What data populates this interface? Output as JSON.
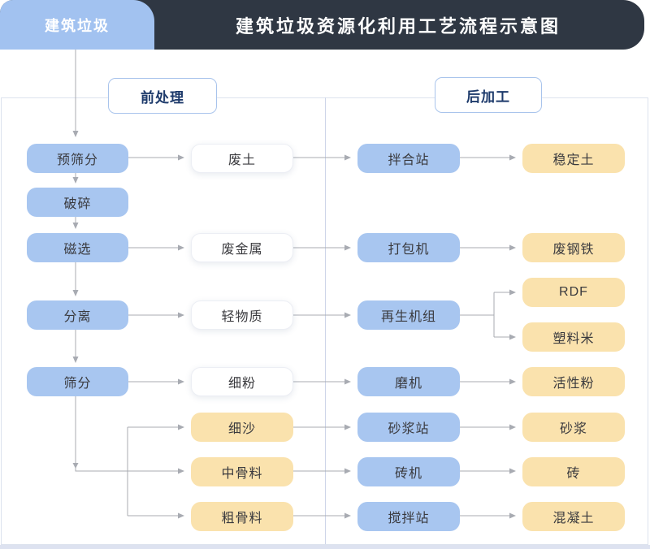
{
  "header": {
    "tab": "建筑垃圾",
    "title": "建筑垃圾资源化利用工艺流程示意图"
  },
  "sections": {
    "pre": "前处理",
    "post": "后加工"
  },
  "flow": {
    "pre_steps": [
      "预筛分",
      "破碎",
      "磁选",
      "分离",
      "筛分"
    ],
    "intermediates": [
      "废土",
      "废金属",
      "轻物质",
      "细粉",
      "细沙",
      "中骨料",
      "粗骨料"
    ],
    "machines": [
      "拌合站",
      "打包机",
      "再生机组",
      "磨机",
      "砂浆站",
      "砖机",
      "搅拌站"
    ],
    "products": [
      "稳定土",
      "废钢铁",
      "RDF",
      "塑料米",
      "活性粉",
      "砂浆",
      "砖",
      "混凝土"
    ],
    "edges": [
      {
        "from": "建筑垃圾",
        "to": "预筛分"
      },
      {
        "from": "预筛分",
        "to": "破碎"
      },
      {
        "from": "破碎",
        "to": "磁选"
      },
      {
        "from": "磁选",
        "to": "分离"
      },
      {
        "from": "分离",
        "to": "筛分"
      },
      {
        "from": "预筛分",
        "to": "废土"
      },
      {
        "from": "磁选",
        "to": "废金属"
      },
      {
        "from": "分离",
        "to": "轻物质"
      },
      {
        "from": "筛分",
        "to": "细粉"
      },
      {
        "from": "筛分",
        "to": "细沙"
      },
      {
        "from": "筛分",
        "to": "中骨料"
      },
      {
        "from": "筛分",
        "to": "粗骨料"
      },
      {
        "from": "废土",
        "to": "拌合站"
      },
      {
        "from": "废金属",
        "to": "打包机"
      },
      {
        "from": "轻物质",
        "to": "再生机组"
      },
      {
        "from": "细粉",
        "to": "磨机"
      },
      {
        "from": "细沙",
        "to": "砂浆站"
      },
      {
        "from": "中骨料",
        "to": "砖机"
      },
      {
        "from": "粗骨料",
        "to": "搅拌站"
      },
      {
        "from": "拌合站",
        "to": "稳定土"
      },
      {
        "from": "打包机",
        "to": "废钢铁"
      },
      {
        "from": "再生机组",
        "to": "RDF"
      },
      {
        "from": "再生机组",
        "to": "塑料米"
      },
      {
        "from": "磨机",
        "to": "活性粉"
      },
      {
        "from": "砂浆站",
        "to": "砂浆"
      },
      {
        "from": "砖机",
        "to": "砖"
      },
      {
        "from": "搅拌站",
        "to": "混凝土"
      }
    ]
  },
  "colors": {
    "header_bg": "#2f3743",
    "tab_blue": "#a2c2f0",
    "node_blue": "#a8c6f0",
    "node_yellow": "#fae2ad",
    "label_border": "#a9c4ec",
    "label_text": "#1d3a6b",
    "connector": "#a8abb2",
    "panel_border": "#dce2ee",
    "bottom_strip": "#dde2f0"
  }
}
